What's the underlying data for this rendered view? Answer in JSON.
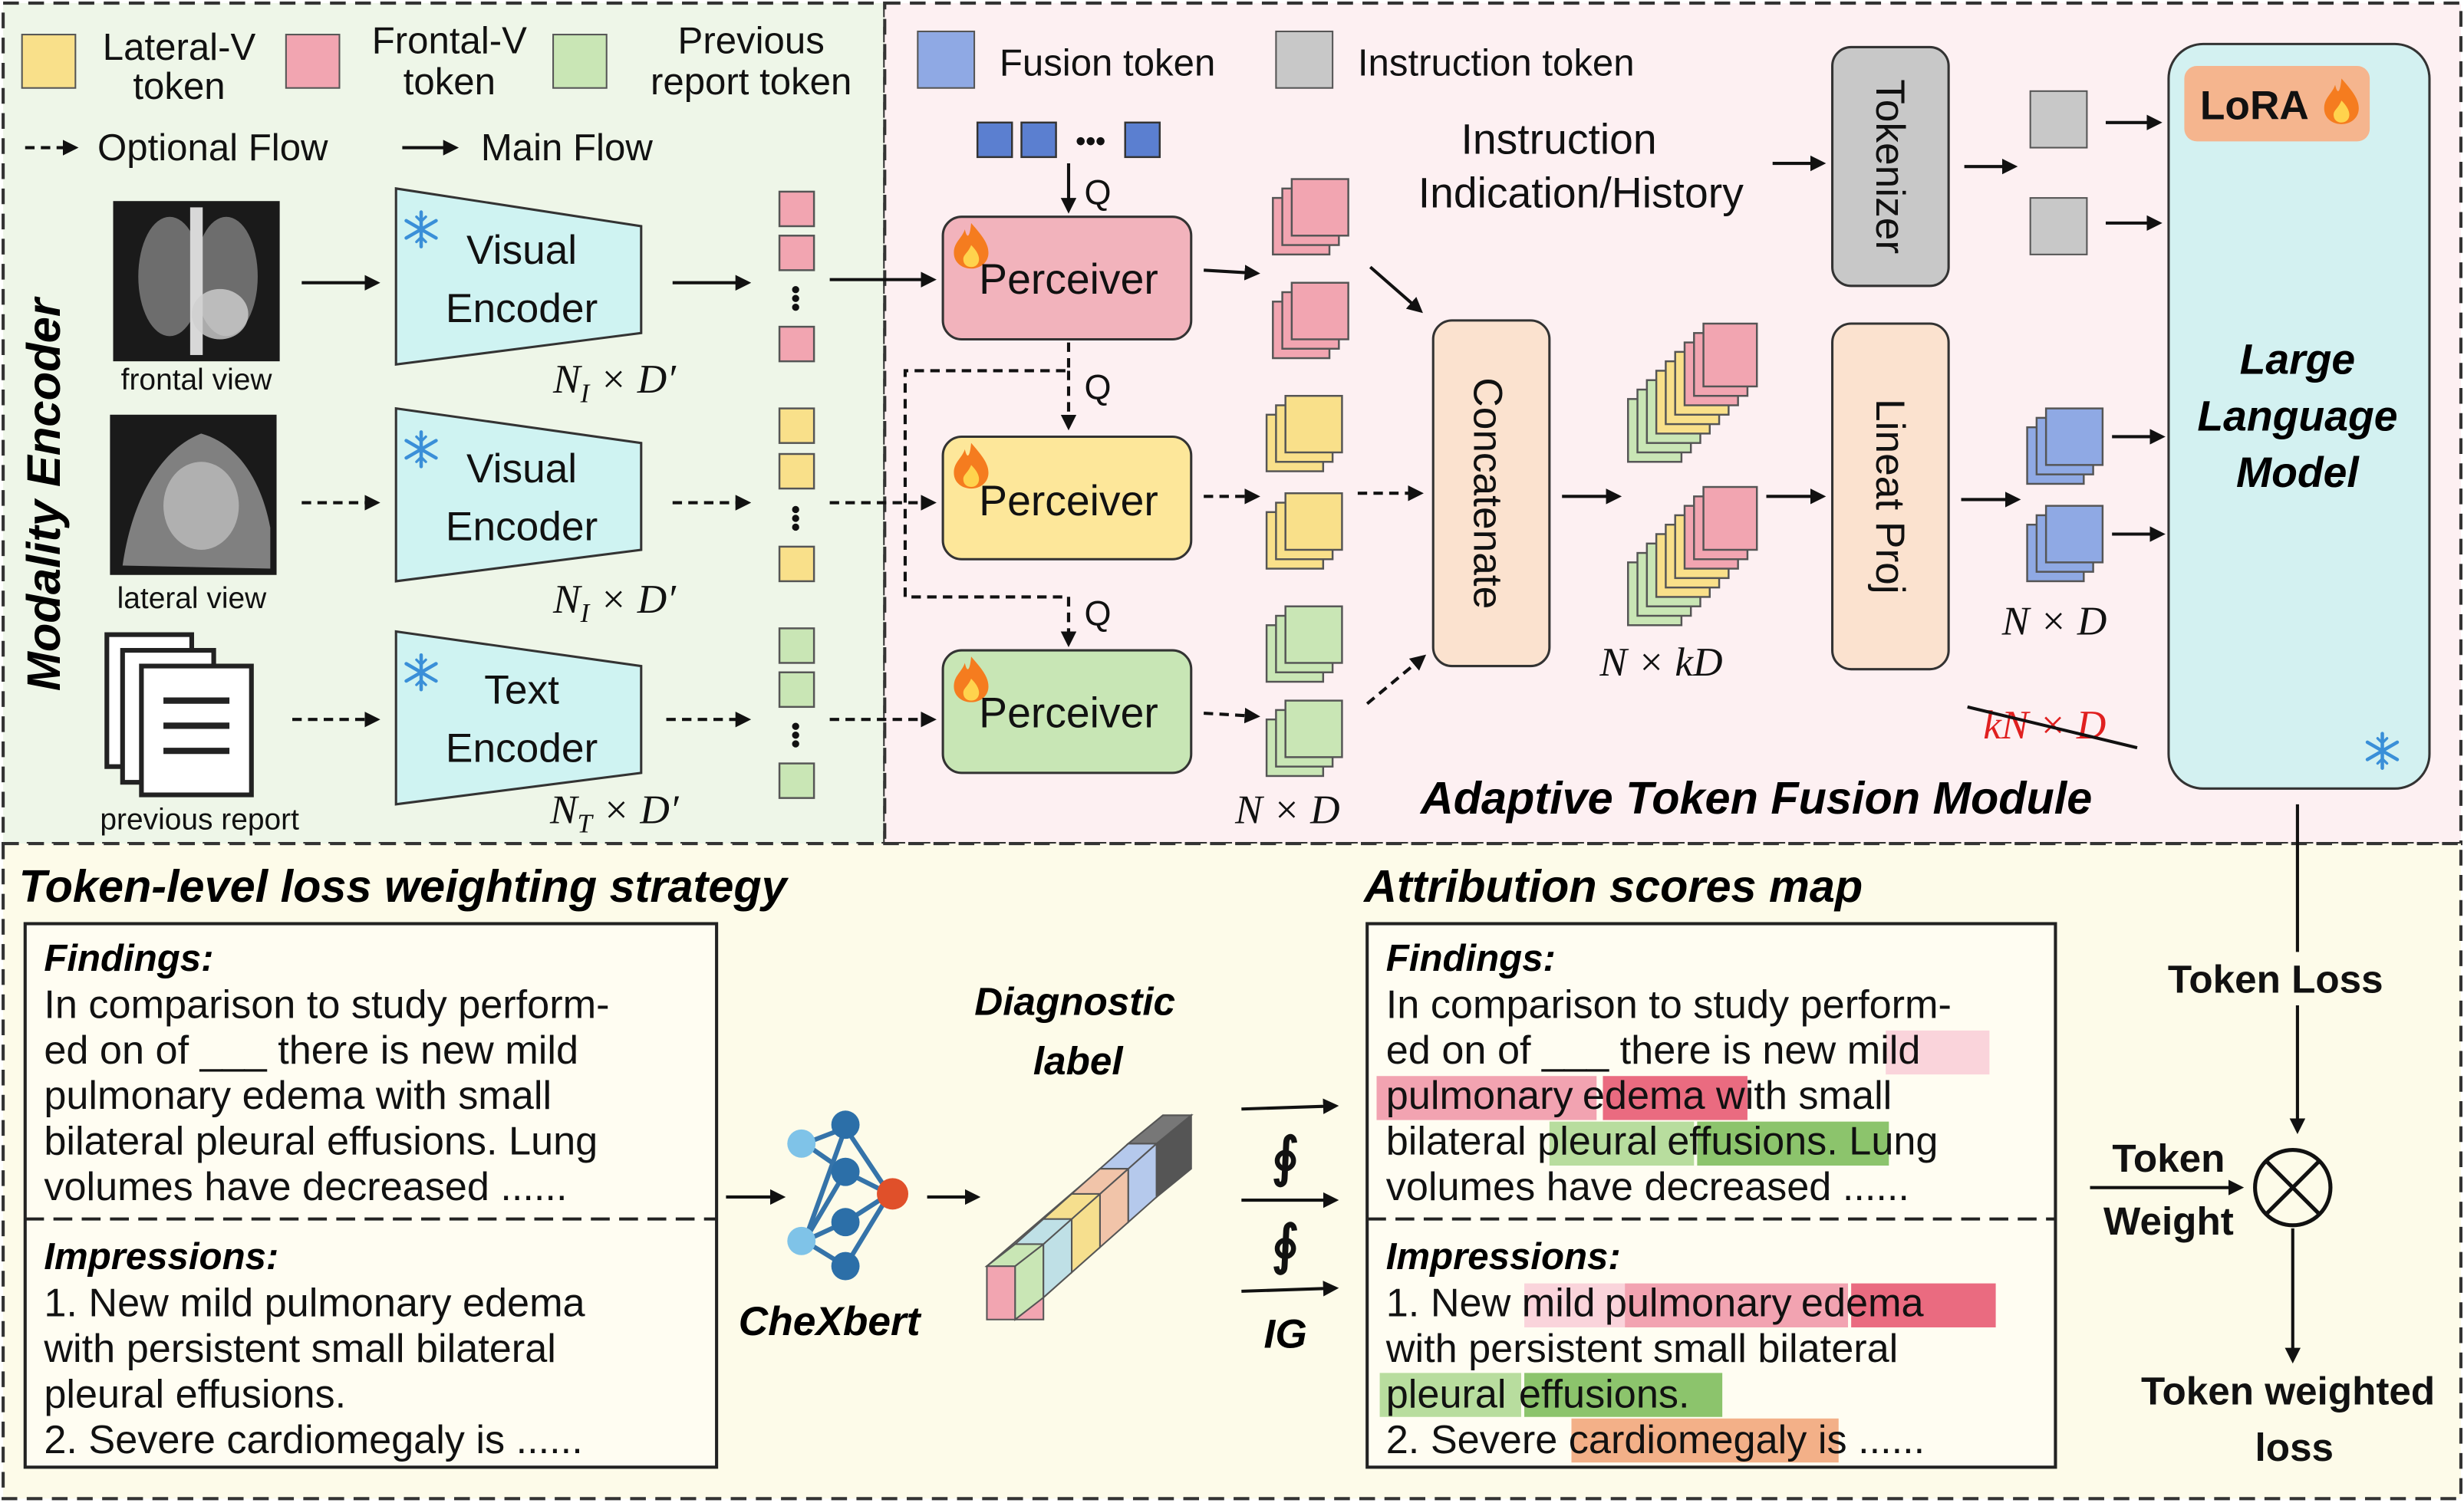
{
  "colors": {
    "lateral": "#f9e08a",
    "frontal": "#f2a5b1",
    "previous": "#c9e6b5",
    "fusion": "#8fa9e4",
    "instruction": "#c8c8c8",
    "encoder_fill": "#cff3f2",
    "perceiver_red": "#f2b3bc",
    "perceiver_yellow": "#fde79a",
    "perceiver_green": "#c8e6b5",
    "concat_fill": "#fbe2cf",
    "llm_fill": "#d3f1f1",
    "lora_fill": "#f5b58e",
    "red_strike": "#e02020",
    "hl_light_red": "#fad4db",
    "hl_red": "#ea6b80",
    "hl_mid_red": "#f2a3b1",
    "hl_green": "#8cc46c",
    "hl_light_green": "#b8dd9e",
    "hl_orange": "#f3b088",
    "panel_green": "#eef6e8",
    "panel_pink": "#fdf0f2",
    "panel_yellow": "#fdfbe9"
  },
  "icons": [
    "snowflake-icon",
    "fire-icon",
    "document-icon",
    "neural-network-icon",
    "otimes-icon",
    "xray-image"
  ],
  "legend": {
    "lateral": "Lateral-V token",
    "frontal": "Frontal-V token",
    "previous": "Previous report token",
    "fusion": "Fusion token",
    "instruction": "Instruction token",
    "optional_flow": "Optional Flow",
    "main_flow": "Main Flow"
  },
  "modality": {
    "title": "Modality Encoder",
    "frontal_caption": "frontal view",
    "lateral_caption": "lateral view",
    "report_caption": "previous report",
    "visual_encoder": "Visual Encoder",
    "text_encoder": "Text Encoder",
    "dim_image_a": "N",
    "dim_image_sub": "I",
    "dim_text_sub": "T",
    "dim_rest": "× D′"
  },
  "fusion": {
    "title": "Adaptive Token Fusion Module",
    "perceiver": "Perceiver",
    "q": "Q",
    "concatenate": "Concatenate",
    "linear_proj": "Lineat Proj",
    "tokenizer": "Tokenizer",
    "instruction_line1": "Instruction",
    "instruction_line2": "Indication/History",
    "dim_nd": "N × D",
    "dim_nkd": "N × kD",
    "dim_knd": "kN × D",
    "llm_line1": "Large",
    "llm_line2": "Language",
    "llm_line3": "Model",
    "lora": "LoRA",
    "dots": "•••"
  },
  "loss": {
    "title": "Token-level loss weighting strategy",
    "findings_label": "Findings:",
    "impressions_label": "Impressions:",
    "findings_lines": [
      "In comparison to study perform-",
      "ed on of ___ there is new mild",
      "pulmonary edema with small",
      "bilateral pleural effusions.  Lung",
      "volumes have decreased ......"
    ],
    "impressions_lines": [
      "1. New mild pulmonary edema",
      "with persistent small bilateral",
      "pleural effusions.",
      "2. Severe cardiomegaly is ......"
    ],
    "chexbert": "CheXbert",
    "diagnostic_line1": "Diagnostic",
    "diagnostic_line2": "label",
    "integral": "∮",
    "ig": "IG"
  },
  "attribution": {
    "title": "Attribution scores map",
    "f1": "In comparison to study perform-",
    "f2_a": "ed on of ___ there is new ",
    "f2_b": "mild",
    "f3_a": "pulmonary",
    "f3_b": "edema",
    "f3_c": " with small",
    "f4_a": "bilateral ",
    "f4_b": "pleural",
    "f4_c": "effusions.",
    "f4_d": "  Lung",
    "f5": "volumes have decreased ......",
    "i1_a": "1. New ",
    "i1_b": "mild",
    "i1_c": "pulmonary",
    "i1_d": "edema",
    "i2": "with persistent small bilateral",
    "i3_a": "pleural",
    "i3_b": "effusions.",
    "i4_a": "2. Severe ",
    "i4_b": "cardiomegaly",
    "i4_c": " is ......"
  },
  "output": {
    "token_loss": "Token Loss",
    "token_weight_line1": "Token",
    "token_weight_line2": "Weight",
    "weighted_line1": "Token weighted",
    "weighted_line2": "loss"
  }
}
